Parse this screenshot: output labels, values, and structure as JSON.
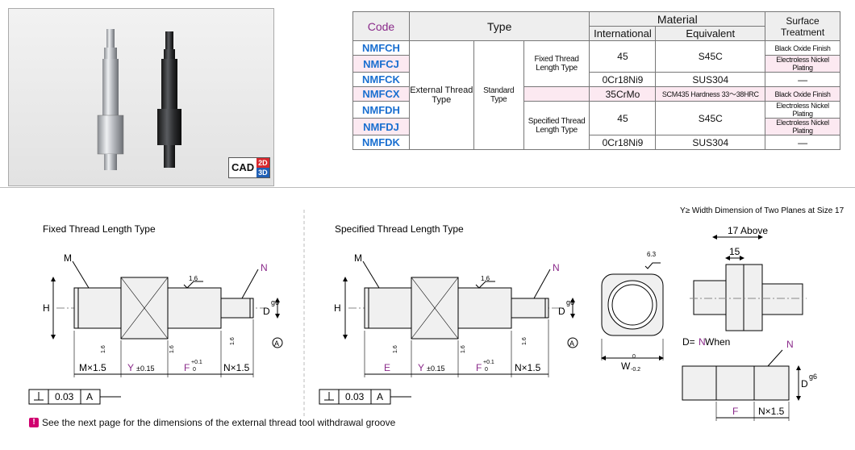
{
  "table": {
    "headers": {
      "code": "Code",
      "type": "Type",
      "material": "Material",
      "international": "International",
      "equivalent": "Equivalent",
      "surface": "Surface Treatment"
    },
    "codes": [
      "NMFCH",
      "NMFCJ",
      "NMFCK",
      "NMFCX",
      "NMFDH",
      "NMFDJ",
      "NMFDK"
    ],
    "type1": "External Thread Type",
    "type2": "Standard Type",
    "fixed": "Fixed Thread Length Type",
    "specified": "Specified Thread Length Type",
    "mat": {
      "m45": "45",
      "s45c": "S45C",
      "cr18": "0Cr18Ni9",
      "sus": "SUS304",
      "crmo": "35CrMo",
      "scm": "SCM435 Hardness 33～38HRC"
    },
    "surface": {
      "black": "Black Oxide Finish",
      "nickel": "Electroless Nickel Plating",
      "none": "—"
    }
  },
  "cad": {
    "label": "CAD",
    "d2": "2D",
    "d3": "3D"
  },
  "drawing": {
    "fixed_title": "Fixed Thread Length Type",
    "specified_title": "Specified Thread Length Type",
    "m": "M",
    "n": "N",
    "h": "H",
    "d": "D",
    "g6": "g6",
    "roughness": "1.6",
    "roughness2": "6.3",
    "mx": "M×1.5",
    "y": "Y",
    "ytol": "±0.15",
    "f": "F",
    "ftol_up": "+0.1",
    "ftol_lo": "0",
    "nx": "N×1.5",
    "e": "E",
    "datum": "A",
    "tol_value": "0.03",
    "tol_datum": "A",
    "width_note": "Y≥ Width Dimension of Two Planes at Size 17",
    "above": "17 Above",
    "fifteen": "15",
    "w": "W",
    "wtol_up": "0",
    "wtol_lo": "-0.2",
    "dn_when_pre": "D=",
    "dn_when_n": "N",
    "dn_when_post": " When"
  },
  "note": "See the next page for the dimensions of the external thread tool withdrawal groove",
  "colors": {
    "code_blue": "#1a6fd0",
    "accent_magenta": "#8a2a8a",
    "alt_row": "#fce9f1"
  }
}
